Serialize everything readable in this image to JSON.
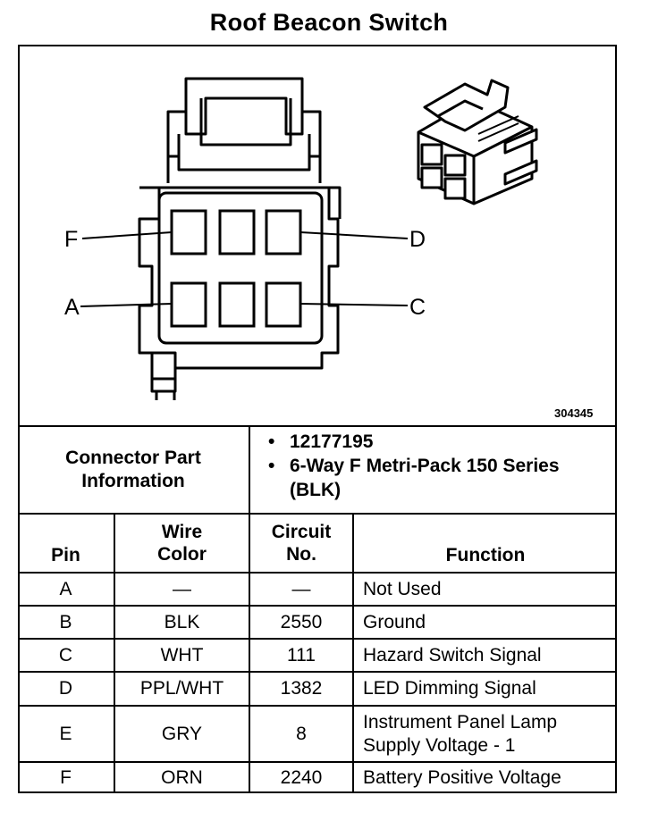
{
  "title": "Roof Beacon Switch",
  "figure_id": "304345",
  "pin_labels": {
    "f": "F",
    "d": "D",
    "a": "A",
    "c": "C"
  },
  "connector_info": {
    "label": "Connector Part Information",
    "items": [
      "12177195",
      "6-Way F Metri-Pack 150 Series (BLK)"
    ]
  },
  "table": {
    "headers": {
      "pin": "Pin",
      "wire_color": "Wire Color",
      "circuit_no": "Circuit No.",
      "function": "Function"
    },
    "rows": [
      {
        "pin": "A",
        "wire_color": "—",
        "circuit_no": "—",
        "function": "Not Used"
      },
      {
        "pin": "B",
        "wire_color": "BLK",
        "circuit_no": "2550",
        "function": "Ground"
      },
      {
        "pin": "C",
        "wire_color": "WHT",
        "circuit_no": "111",
        "function": "Hazard Switch Signal"
      },
      {
        "pin": "D",
        "wire_color": "PPL/WHT",
        "circuit_no": "1382",
        "function": "LED Dimming Signal"
      },
      {
        "pin": "E",
        "wire_color": "GRY",
        "circuit_no": "8",
        "function": "Instrument Panel Lamp Supply Voltage - 1"
      },
      {
        "pin": "F",
        "wire_color": "ORN",
        "circuit_no": "2240",
        "function": "Battery Positive Voltage"
      }
    ]
  }
}
